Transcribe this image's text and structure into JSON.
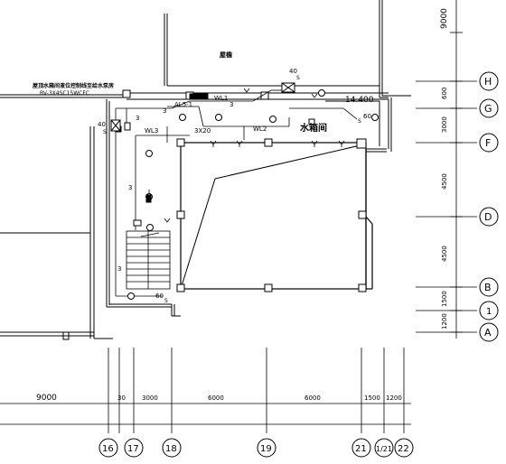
{
  "title_room": "水箱间",
  "elevation": "14.400",
  "note_line1": "屋顶水箱间液位控制线至给水泵房",
  "note_line2": "BV-3X4SC15WCFC",
  "label_top": "屋檐",
  "panel_label": "AL5-1",
  "circuits": [
    "WL1",
    "WL2",
    "WL3"
  ],
  "wire_marks": {
    "three": "3",
    "three_x20": "3X20",
    "forty_s_num": "40",
    "forty_s_unit": "S",
    "sixty_s_num": "60",
    "sixty_s_unit": "S"
  },
  "right_dims": {
    "top": "9000",
    "list": [
      "600",
      "3000",
      "4500",
      "4500",
      "1500",
      "1200"
    ]
  },
  "bottom_dims": {
    "list": [
      "9000",
      "30",
      "3000",
      "6000",
      "6000",
      "1500",
      "1200"
    ]
  },
  "row_axes": [
    "H",
    "G",
    "F",
    "D",
    "B",
    "1",
    "A"
  ],
  "col_axes": [
    "16",
    "17",
    "18",
    "19",
    "21",
    "1/21",
    "22"
  ]
}
